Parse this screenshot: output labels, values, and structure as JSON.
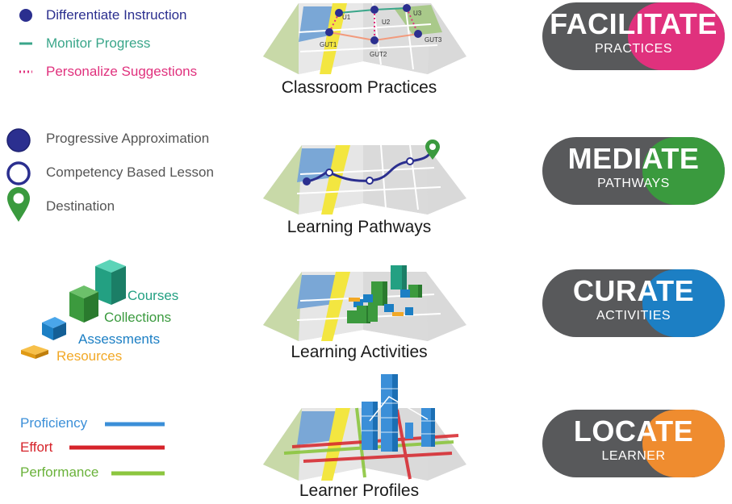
{
  "colors": {
    "navy": "#2b2f8f",
    "teal": "#3aa68a",
    "magenta": "#e0317d",
    "green": "#3a9a3e",
    "blue": "#1c7fc4",
    "orange": "#ef8c2f",
    "gray": "#58595b",
    "red": "#d6232a",
    "lightgreen": "#8cc63f",
    "lightblue": "#3b8fd8",
    "yellow": "#f2a826"
  },
  "legend1": {
    "items": [
      {
        "icon": "dot-icon",
        "label": "Differentiate Instruction"
      },
      {
        "icon": "solid-line-icon",
        "label": "Monitor Progress"
      },
      {
        "icon": "dotted-line-icon",
        "label": "Personalize Suggestions"
      }
    ]
  },
  "legend2": {
    "items": [
      {
        "icon": "filled-circle-icon",
        "label": "Progressive Approximation"
      },
      {
        "icon": "hollow-circle-icon",
        "label": "Competency Based Lesson"
      },
      {
        "icon": "location-pin-icon",
        "label": "Destination"
      }
    ]
  },
  "legend3": {
    "items": [
      {
        "icon": "tall-block-icon",
        "label": "Courses"
      },
      {
        "icon": "medium-block-icon",
        "label": "Collections"
      },
      {
        "icon": "cube-icon",
        "label": "Assessments"
      },
      {
        "icon": "flat-tile-icon",
        "label": "Resources"
      }
    ]
  },
  "legend4": {
    "items": [
      {
        "icon": "blue-line-icon",
        "label": "Proficiency"
      },
      {
        "icon": "red-line-icon",
        "label": "Effort"
      },
      {
        "icon": "green-line-icon",
        "label": "Performance"
      }
    ]
  },
  "maps": {
    "captions": [
      "Classroom Practices",
      "Learning Pathways",
      "Learning Activities",
      "Learner Profiles"
    ],
    "map1_labels": [
      "U1",
      "U2",
      "U3",
      "GUT1",
      "GUT2",
      "GUT3"
    ]
  },
  "pills": [
    {
      "word_a": "FACI",
      "word_b": "LITATE",
      "sub": "PRACTICES",
      "accent": "#e0317d"
    },
    {
      "word_a": "MED",
      "word_b": "IATE",
      "sub": "PATHWAYS",
      "accent": "#3a9a3e"
    },
    {
      "word_a": "CUR",
      "word_b": "ATE",
      "sub": "ACTIVITIES",
      "accent": "#1c7fc4"
    },
    {
      "word_a": "LOC",
      "word_b": "ATE",
      "sub": "LEARNER",
      "accent": "#ef8c2f"
    }
  ]
}
